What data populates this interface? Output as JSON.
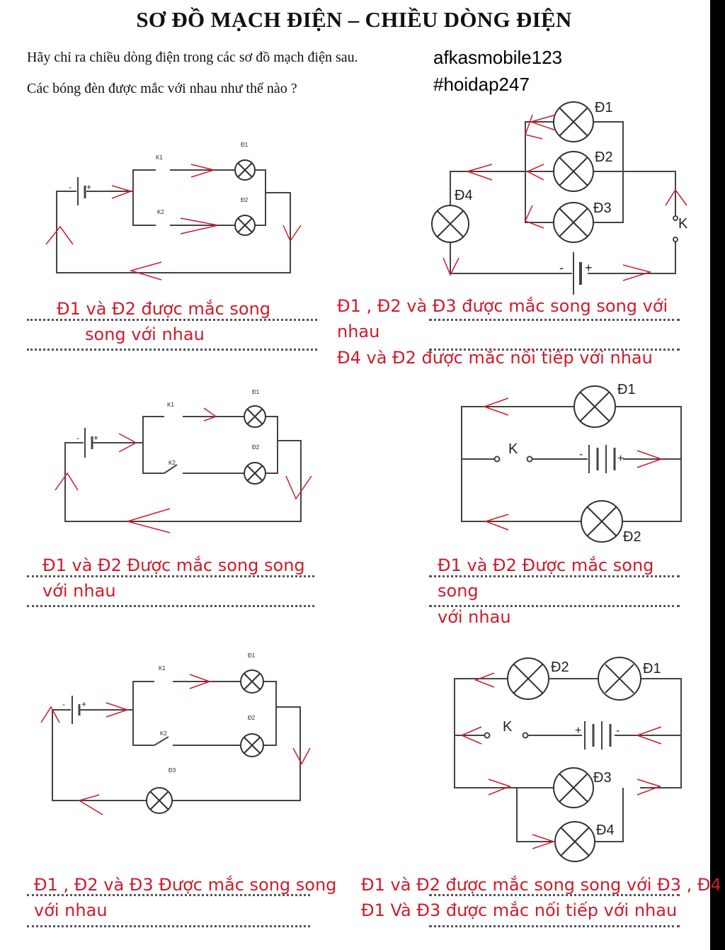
{
  "title": "SƠ ĐỒ MẠCH ĐIỆN – CHIỀU DÒNG ĐIỆN",
  "question1": "Hãy chỉ ra chiều dòng điện trong các sơ đồ mạch điện sau.",
  "question2": "Các bóng đèn được mắc với nhau như thế nào ?",
  "username": "afkasmobile123",
  "hashtag": "#hoidap247",
  "labels": {
    "k": "K",
    "k1": "K1",
    "k2": "K2",
    "d1": "Đ1",
    "d2": "Đ2",
    "d3": "Đ3",
    "d4": "Đ4",
    "minus": "-",
    "plus": "+"
  },
  "answers": {
    "a1_line1": "Đ1 và Đ2 được mắc song",
    "a1_line2": "song với nhau",
    "a2_line1": "Đ1 , Đ2 và Đ3 được mắc song song với",
    "a2_line2": "nhau",
    "a2_line3": "Đ4 và Đ2 được mắc nối tiếp với nhau",
    "a3_line1": "Đ1 và Đ2 Được mắc song song",
    "a3_line2": "với nhau",
    "a4_line1": "Đ1 và Đ2 Được mắc song",
    "a4_line2": "song",
    "a4_line3": "với nhau",
    "a5_line1": "Đ1 , Đ2 và Đ3 Được mắc song song",
    "a5_line2": "với nhau",
    "a6_line1": "Đ1 và Đ2 được mắc song song với Đ3 , Đ4",
    "a6_line2": "Đ1 Và Đ3 được mắc nối tiếp với nhau"
  }
}
